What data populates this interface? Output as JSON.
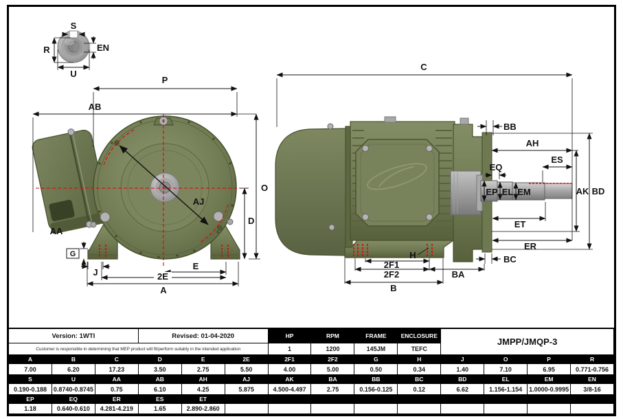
{
  "colors": {
    "dim_line": "#111111",
    "centerline_red": "#e80000",
    "body_olive": "#78825b",
    "body_olive_dark": "#57613c",
    "metal_gray": "#b0b0b0",
    "table_header_bg": "#000000",
    "table_header_fg": "#ffffff"
  },
  "title_block": {
    "version": "Version: 1WTI",
    "revised": "Revised: 01-04-2020",
    "disclaimer": "Customer is responsible in determining that MEP product will fit/perform suitably in the intended application",
    "model": "JMPP/JMQP-3"
  },
  "performance": {
    "headers": [
      "HP",
      "RPM",
      "FRAME",
      "ENCLOSURE"
    ],
    "values": [
      "1",
      "1200",
      "145JM",
      "TEFC"
    ]
  },
  "dimension_rows": [
    {
      "headers": [
        "A",
        "B",
        "C",
        "D",
        "E",
        "2E",
        "2F1",
        "2F2",
        "G",
        "H",
        "J",
        "O",
        "P",
        "R"
      ],
      "values": [
        "7.00",
        "6.20",
        "17.23",
        "3.50",
        "2.75",
        "5.50",
        "4.00",
        "5.00",
        "0.50",
        "0.34",
        "1.40",
        "7.10",
        "6.95",
        "0.771-0.756"
      ]
    },
    {
      "headers": [
        "S",
        "U",
        "AA",
        "AB",
        "AH",
        "AJ",
        "AK",
        "BA",
        "BB",
        "BC",
        "BD",
        "EL",
        "EM",
        "EN"
      ],
      "values": [
        "0.190-0.188",
        "0.8740-0.8745",
        "0.75",
        "6.10",
        "4.25",
        "5.875",
        "4.500-4.497",
        "2.75",
        "0.156-0.125",
        "0.12",
        "6.62",
        "1.156-1.154",
        "1.0000-0.9995",
        "3/8-16"
      ]
    },
    {
      "headers": [
        "EP",
        "EQ",
        "ER",
        "ES",
        "ET",
        "",
        "",
        "",
        "",
        "",
        "",
        "",
        "",
        ""
      ],
      "values": [
        "1.18",
        "0.640-0.610",
        "4.281-4.219",
        "1.65",
        "2.890-2.860",
        "",
        "",
        "",
        "",
        "",
        "",
        "",
        "",
        ""
      ]
    }
  ],
  "dims": {
    "S": "S",
    "R": "R",
    "EN": "EN",
    "U": "U",
    "P": "P",
    "AB": "AB",
    "AA": "AA",
    "AJ": "AJ",
    "O": "O",
    "D": "D",
    "G": "G",
    "J": "J",
    "E": "E",
    "2E": "2E",
    "A": "A",
    "C": "C",
    "BB": "BB",
    "AH": "AH",
    "ES": "ES",
    "EQ": "EQ",
    "EP": "EP",
    "EL": "EL",
    "EM": "EM",
    "AK": "AK",
    "BD": "BD",
    "ET": "ET",
    "ER": "ER",
    "BC": "BC",
    "H": "H",
    "2F1": "2F1",
    "2F2": "2F2",
    "BA": "BA",
    "B": "B"
  }
}
